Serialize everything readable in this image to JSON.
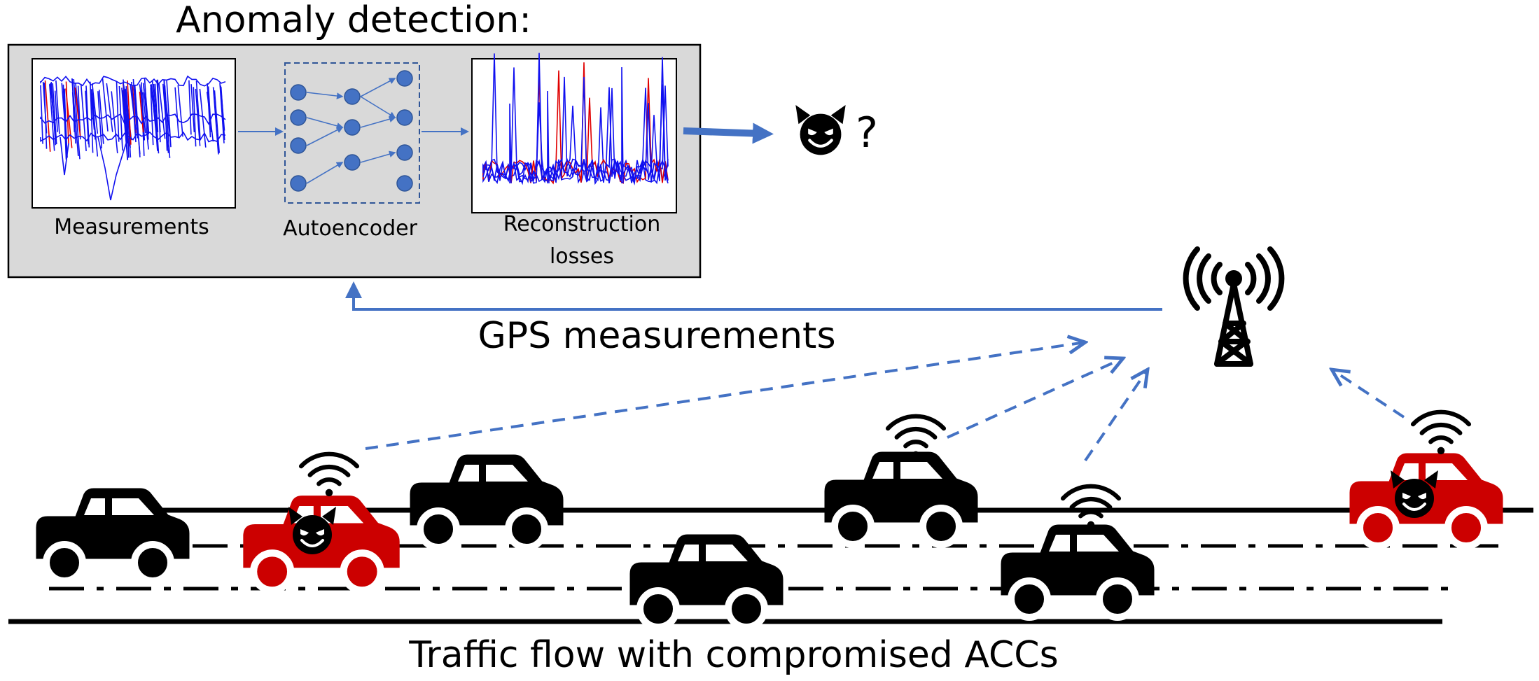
{
  "title": "Anomaly detection:",
  "panel": {
    "measurements_label": "Measurements",
    "autoencoder_label": "Autoencoder",
    "reconstruction_label_line1": "Reconstruction",
    "reconstruction_label_line2": "losses"
  },
  "result": {
    "question_mark": "?"
  },
  "gps_label": "GPS measurements",
  "road_label": "Traffic flow with compromised ACCs",
  "colors": {
    "accent": "#4472C4",
    "signal_blue": "#1010F0",
    "compromised": "#CC0000",
    "panel_fill": "#D9D9D9"
  },
  "icons": [
    "devil-icon",
    "cell-tower-icon",
    "wifi-signal-icon",
    "car-icon"
  ]
}
